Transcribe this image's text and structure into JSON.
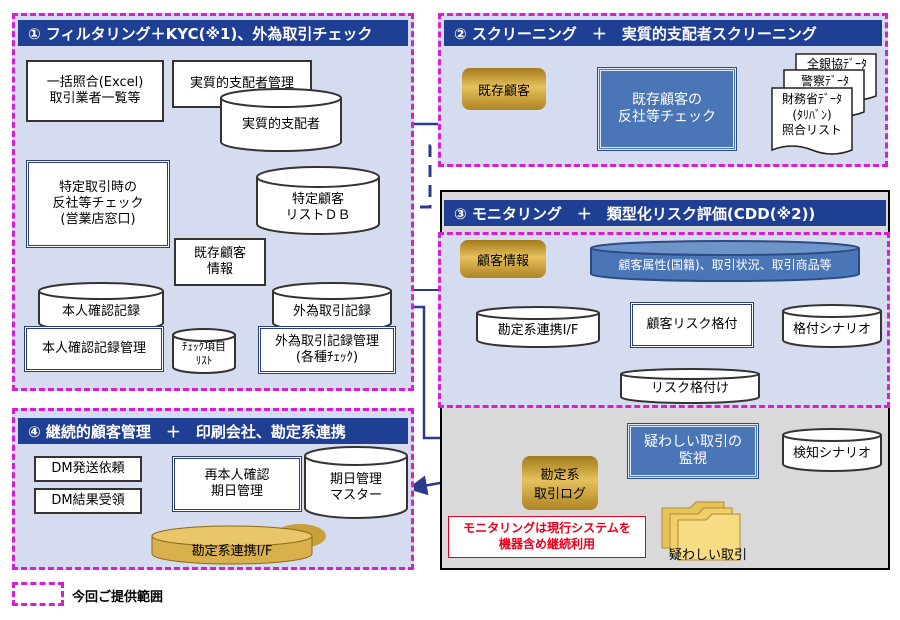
{
  "sections": {
    "s1": {
      "title": "① フィルタリング＋KYC(※1)、外為取引チェック"
    },
    "s2": {
      "title": "② スクリーニング　＋　実質的支配者スクリーニング"
    },
    "s3": {
      "title": "③ モニタリング　＋　類型化リスク評価(CDD(※2))"
    },
    "s4": {
      "title": "④ 継続的顧客管理　＋　印刷会社、勘定系連携"
    }
  },
  "nodes": {
    "bulk_lookup": "一括照合(Excel)\n取引業者一覧等",
    "ubo_mgmt": "実質的支配者管理",
    "ubo": "実質的支配者",
    "check": "特定取引時の\n反社等チェック\n(営業店窓口)",
    "specific_db": "特定顧客\nリストＤＢ",
    "existing_info": "既存顧客\n情報",
    "identity_record": "本人確認記録",
    "fx_record": "外為取引記録",
    "identity_mgmt": "本人確認記録管理",
    "check_items": "ﾁｪｯｸ項目\nﾘｽﾄ",
    "fx_mgmt": "外為取引記録管理\n(各種ﾁｪｯｸ)",
    "existing_customers": "既存顧客",
    "screening_check": "既存顧客の\n反社等チェック",
    "doc1": "全銀協ﾃﾞｰﾀ",
    "doc2": "警察ﾃﾞｰﾀ",
    "doc3": "財務省ﾃﾞｰﾀ\n(ﾀﾘﾊﾞﾝ)\n照合リスト",
    "customer_info": "顧客情報",
    "attributes": "顧客属性(国籍)、取引状況、取引商品等",
    "accounting_if_a": "勘定系連携I/F",
    "risk_rating": "顧客リスク格付",
    "rating_scenario": "格付シナリオ",
    "risk_result": "リスク格付け",
    "suspicious_monitor": "疑わしい取引の\n監視",
    "detect_scenario": "検知シナリオ",
    "accounting_log": "勘定系\n取引ログ",
    "suspicious_tx": "疑わしい取引",
    "continue_note": "モニタリングは現行システムを\n機器含め継続利用",
    "dm_send": "DM発送依頼",
    "dm_result": "DM結果受領",
    "re_identity": "再本人確認\n期日管理",
    "due_master": "期日管理\nマスター",
    "accounting_if_b": "勘定系連携I/F"
  },
  "legend": {
    "label": "今回ご提供範囲"
  },
  "colors": {
    "header": "#1f3f95",
    "panel": "#d6dcf0",
    "dash": "#d61fd2",
    "arrow": "#2b3a8c",
    "note": "#e8001c"
  }
}
